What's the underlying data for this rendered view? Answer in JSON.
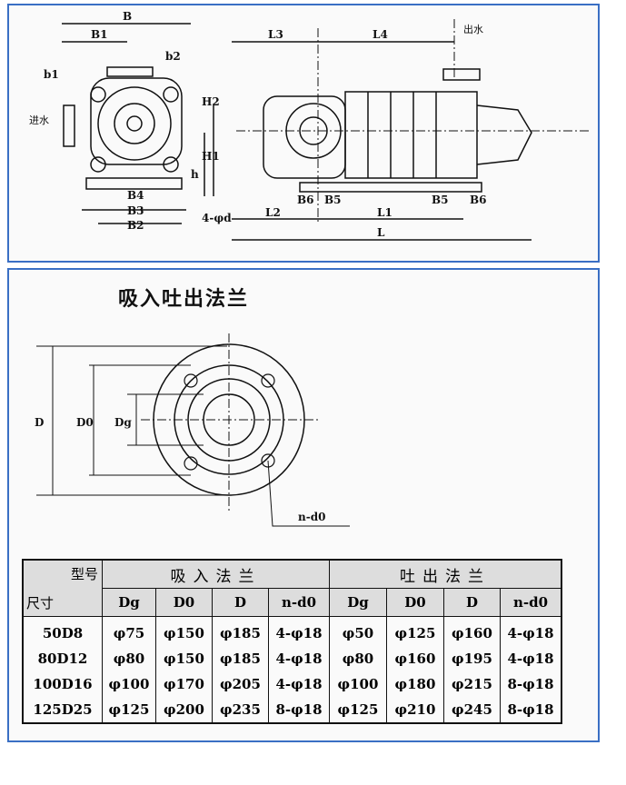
{
  "pump_drawing": {
    "labels": {
      "B": "B",
      "B1": "B1",
      "b1": "b1",
      "b2": "b2",
      "H2": "H2",
      "H1": "H1",
      "h": "h",
      "inlet": "进水",
      "B4": "B4",
      "B3": "B3",
      "B2": "B2",
      "holes": "4-φd",
      "L3": "L3",
      "L4": "L4",
      "outlet": "出水",
      "B6": "B6",
      "B5": "B5",
      "L2": "L2",
      "L1": "L1",
      "L": "L"
    }
  },
  "flange_drawing": {
    "title": "吸入吐出法兰",
    "labels": {
      "D": "D",
      "D0": "D0",
      "Dg": "Dg",
      "nd0": "n-d0"
    }
  },
  "table": {
    "corner_top": "型号",
    "corner_bottom": "尺寸",
    "group_inlet": "吸入法兰",
    "group_outlet": "吐出法兰",
    "columns": [
      "Dg",
      "D0",
      "D",
      "n-d0",
      "Dg",
      "D0",
      "D",
      "n-d0"
    ],
    "rows": [
      [
        "50D8",
        "φ75",
        "φ150",
        "φ185",
        "4-φ18",
        "φ50",
        "φ125",
        "φ160",
        "4-φ18"
      ],
      [
        "80D12",
        "φ80",
        "φ150",
        "φ185",
        "4-φ18",
        "φ80",
        "φ160",
        "φ195",
        "4-φ18"
      ],
      [
        "100D16",
        "φ100",
        "φ170",
        "φ205",
        "4-φ18",
        "φ100",
        "φ180",
        "φ215",
        "8-φ18"
      ],
      [
        "125D25",
        "φ125",
        "φ200",
        "φ235",
        "8-φ18",
        "φ125",
        "φ210",
        "φ245",
        "8-φ18"
      ]
    ]
  },
  "colors": {
    "border": "#3a6fc4"
  }
}
